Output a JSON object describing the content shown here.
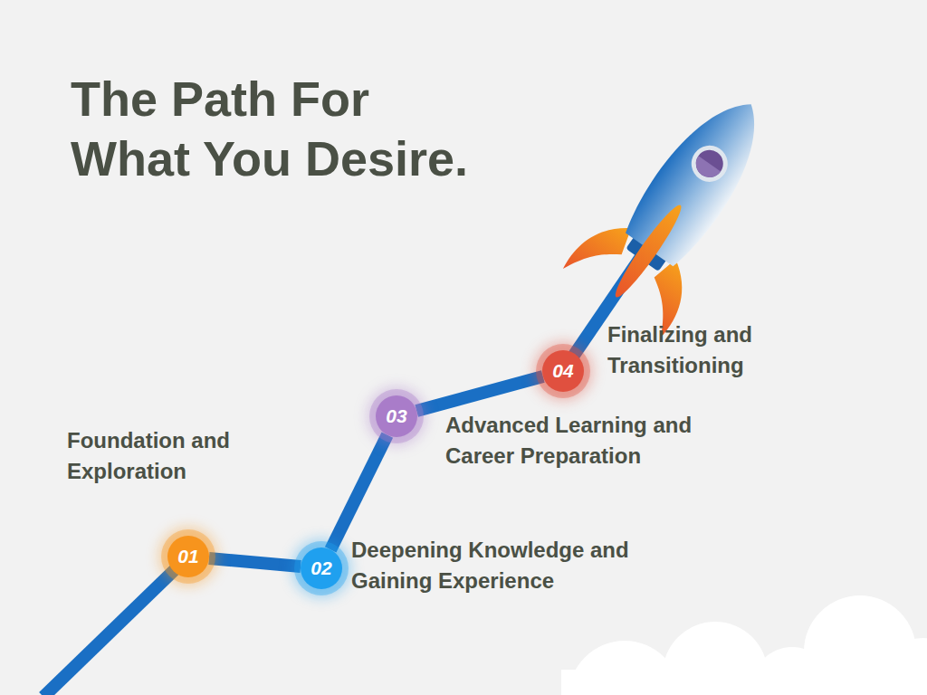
{
  "diagram": {
    "title": "The Path For What You Desire.",
    "nodes": [
      {
        "text": [
          "01",
          "Foundation and Exploration"
        ]
      },
      {
        "text": [
          "02",
          "Deepening Knowledge and Gaining Experience"
        ]
      },
      {
        "text": [
          "03",
          "Advanced Learning and Career Preparation"
        ]
      },
      {
        "text": [
          "04",
          "Finalizing and Transitioning"
        ]
      }
    ],
    "edges": [
      {
        "from": 0,
        "to": 1,
        "arrow": "none"
      },
      {
        "from": 1,
        "to": 2,
        "arrow": "none"
      },
      {
        "from": 2,
        "to": 3,
        "arrow": "none"
      }
    ]
  }
}
